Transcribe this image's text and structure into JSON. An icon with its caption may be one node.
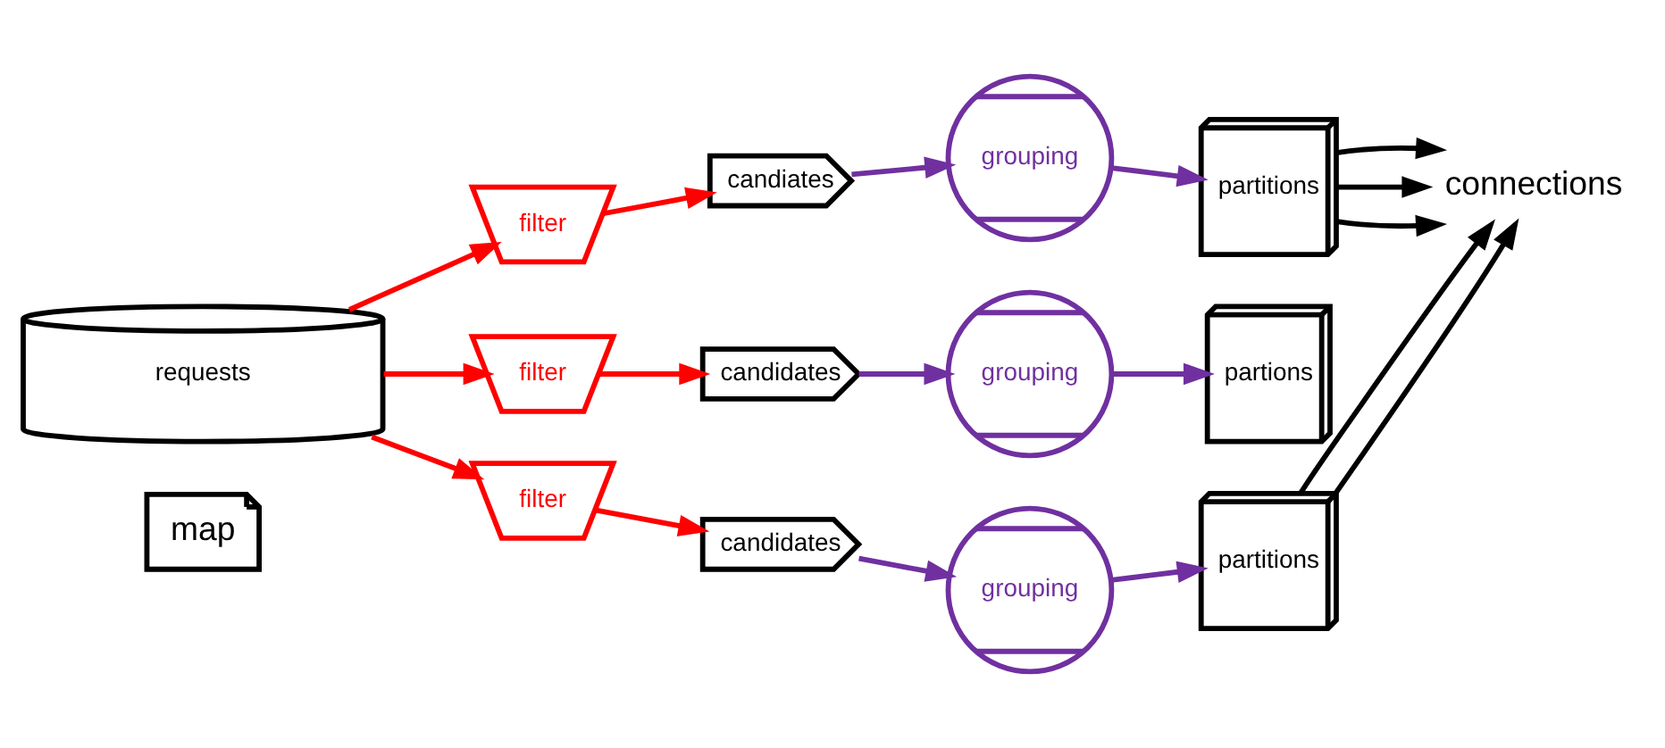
{
  "diagram": {
    "nodes": [
      {
        "text": [
          "map"
        ]
      },
      {
        "text": [
          "requests"
        ]
      },
      {
        "text": [
          "filter"
        ]
      },
      {
        "text": [
          "filter"
        ]
      },
      {
        "text": [
          "filter"
        ]
      },
      {
        "text": [
          "candiates"
        ]
      },
      {
        "text": [
          "candidates"
        ]
      },
      {
        "text": [
          "candidates"
        ]
      },
      {
        "text": [
          "grouping"
        ]
      },
      {
        "text": [
          "grouping"
        ]
      },
      {
        "text": [
          "grouping"
        ]
      },
      {
        "text": [
          "partitions"
        ]
      },
      {
        "text": [
          "partions"
        ]
      },
      {
        "text": [
          "partitions"
        ]
      },
      {
        "text": [
          "connections"
        ]
      }
    ],
    "edges": [
      {
        "from": 1,
        "to": 2,
        "arrow": "to",
        "color": "#ff0000"
      },
      {
        "from": 1,
        "to": 3,
        "arrow": "to",
        "color": "#ff0000"
      },
      {
        "from": 1,
        "to": 4,
        "arrow": "to",
        "color": "#ff0000"
      },
      {
        "from": 2,
        "to": 5,
        "arrow": "to",
        "color": "#ff0000"
      },
      {
        "from": 3,
        "to": 6,
        "arrow": "to",
        "color": "#ff0000"
      },
      {
        "from": 4,
        "to": 7,
        "arrow": "to",
        "color": "#ff0000"
      },
      {
        "from": 5,
        "to": 8,
        "arrow": "to",
        "color": "#7030a0"
      },
      {
        "from": 6,
        "to": 9,
        "arrow": "to",
        "color": "#7030a0"
      },
      {
        "from": 7,
        "to": 10,
        "arrow": "to",
        "color": "#7030a0"
      },
      {
        "from": 8,
        "to": 11,
        "arrow": "to",
        "color": "#7030a0"
      },
      {
        "from": 9,
        "to": 12,
        "arrow": "to",
        "color": "#7030a0"
      },
      {
        "from": 10,
        "to": 13,
        "arrow": "to",
        "color": "#7030a0"
      },
      {
        "from": 11,
        "to": 14,
        "arrow": "to",
        "color": "#000000"
      },
      {
        "from": 11,
        "to": 14,
        "arrow": "to",
        "color": "#000000"
      },
      {
        "from": 11,
        "to": 14,
        "arrow": "to",
        "color": "#000000"
      },
      {
        "from": 13,
        "to": 14,
        "arrow": "to",
        "color": "#000000"
      },
      {
        "from": 13,
        "to": 14,
        "arrow": "to",
        "color": "#000000"
      }
    ]
  }
}
